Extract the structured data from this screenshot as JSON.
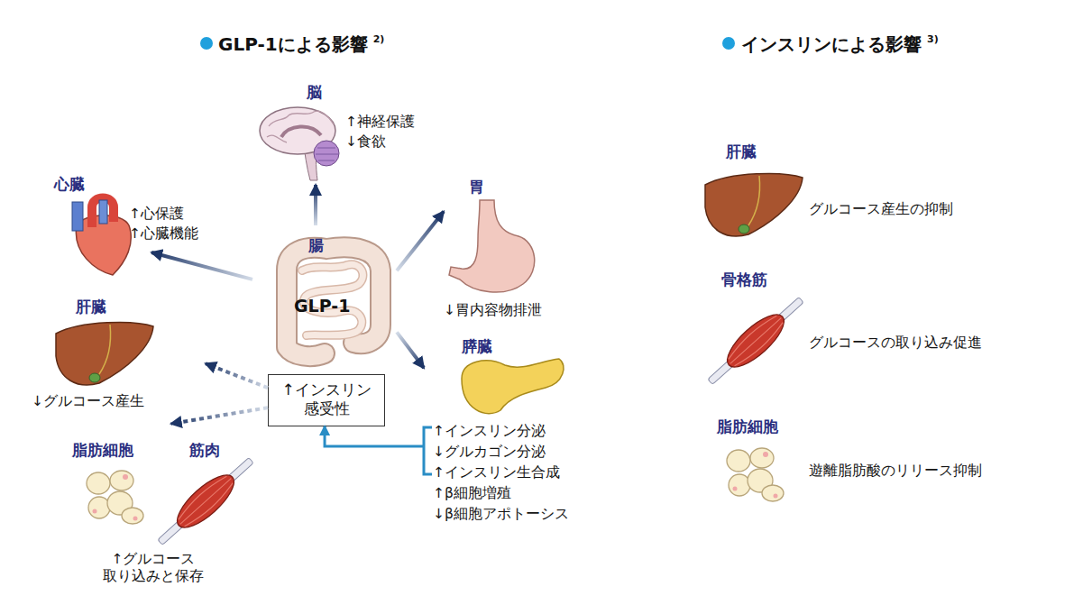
{
  "diagram": {
    "nodes": [
      {
        "text": [
          "脳",
          "↑神経保護",
          "↓食欲"
        ]
      },
      {
        "text": [
          "心臓",
          "↑心保護",
          "↑心臓機能"
        ]
      },
      {
        "text": [
          "腸",
          "GLP-1"
        ]
      },
      {
        "text": [
          "胃",
          "↓胃内容物排泄"
        ]
      },
      {
        "text": [
          "肝臓",
          "↓グルコース産生"
        ]
      },
      {
        "text": [
          "↑インスリン 感受性"
        ]
      },
      {
        "text": [
          "膵臓",
          "↑インスリン分泌",
          "↓グルカゴン分泌",
          "↑インスリン生合成",
          "↑β細胞増殖",
          "↓β細胞アポトーシス"
        ]
      },
      {
        "text": [
          "脂肪細胞",
          "筋肉",
          "↑グルコース 取り込みと保存"
        ]
      },
      {
        "text": [
          "肝臓",
          "グルコース産生の抑制"
        ]
      },
      {
        "text": [
          "骨格筋",
          "グルコースの取り込み促進"
        ]
      },
      {
        "text": [
          "脂肪細胞",
          "遊離脂肪酸のリリース抑制"
        ]
      }
    ],
    "edges": [
      {
        "from": 2,
        "to": 0,
        "arrow": "to"
      },
      {
        "from": 2,
        "to": 1,
        "arrow": "to"
      },
      {
        "from": 2,
        "to": 3,
        "arrow": "to"
      },
      {
        "from": 2,
        "to": 6,
        "arrow": "to"
      },
      {
        "from": 6,
        "to": 5,
        "arrow": "to"
      },
      {
        "from": 5,
        "to": 4,
        "arrow": "to"
      },
      {
        "from": 5,
        "to": 7,
        "arrow": "to"
      }
    ],
    "labels": [
      "GLP-1による影響",
      "2)",
      "インスリンによる影響",
      "3)"
    ]
  }
}
